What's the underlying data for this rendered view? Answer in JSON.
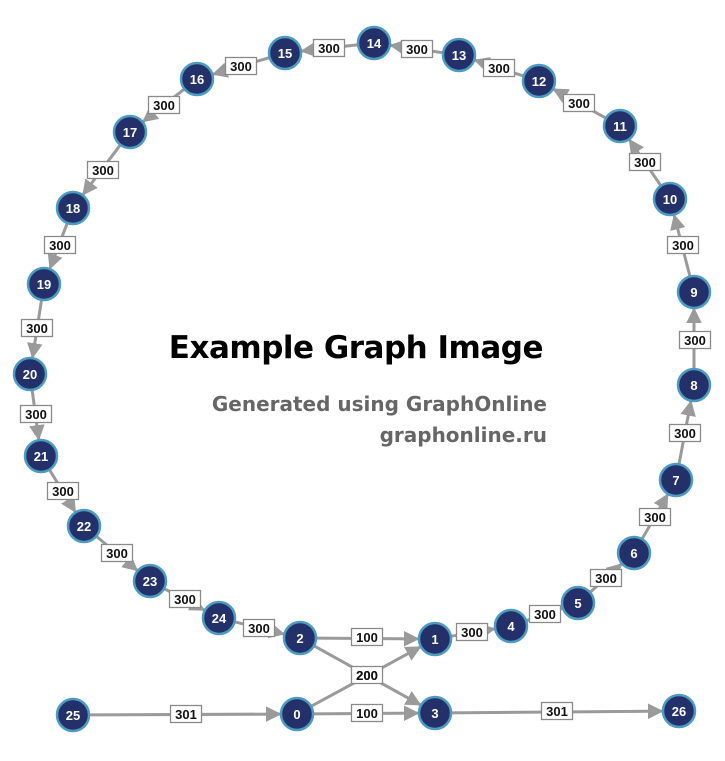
{
  "title": "Example Graph Image",
  "subtitle_1": "Generated using GraphOnline",
  "subtitle_2": "graphonline.ru",
  "colors": {
    "node_fill": "#23306a",
    "node_stroke": "#4d9bc2",
    "edge": "#9a9a9a",
    "label_text": "#ffffff"
  },
  "nodes": [
    "0",
    "1",
    "2",
    "3",
    "4",
    "5",
    "6",
    "7",
    "8",
    "9",
    "10",
    "11",
    "12",
    "13",
    "14",
    "15",
    "16",
    "17",
    "18",
    "19",
    "20",
    "21",
    "22",
    "23",
    "24",
    "25",
    "26"
  ],
  "edges": [
    {
      "from": "2",
      "to": "1",
      "weight": "100"
    },
    {
      "from": "2",
      "to": "3",
      "weight": "200"
    },
    {
      "from": "0",
      "to": "1",
      "weight": "200"
    },
    {
      "from": "0",
      "to": "3",
      "weight": "100"
    },
    {
      "from": "25",
      "to": "0",
      "weight": "301"
    },
    {
      "from": "3",
      "to": "26",
      "weight": "301"
    },
    {
      "from": "1",
      "to": "4",
      "weight": "300"
    },
    {
      "from": "4",
      "to": "5",
      "weight": "300"
    },
    {
      "from": "5",
      "to": "6",
      "weight": "300"
    },
    {
      "from": "6",
      "to": "7",
      "weight": "300"
    },
    {
      "from": "7",
      "to": "8",
      "weight": "300"
    },
    {
      "from": "8",
      "to": "9",
      "weight": "300"
    },
    {
      "from": "9",
      "to": "10",
      "weight": "300"
    },
    {
      "from": "10",
      "to": "11",
      "weight": "300"
    },
    {
      "from": "11",
      "to": "12",
      "weight": "300"
    },
    {
      "from": "12",
      "to": "13",
      "weight": "300"
    },
    {
      "from": "13",
      "to": "14",
      "weight": "300"
    },
    {
      "from": "14",
      "to": "15",
      "weight": "300"
    },
    {
      "from": "15",
      "to": "16",
      "weight": "300"
    },
    {
      "from": "16",
      "to": "17",
      "weight": "300"
    },
    {
      "from": "17",
      "to": "18",
      "weight": "300"
    },
    {
      "from": "18",
      "to": "19",
      "weight": "300"
    },
    {
      "from": "19",
      "to": "20",
      "weight": "300"
    },
    {
      "from": "20",
      "to": "21",
      "weight": "300"
    },
    {
      "from": "21",
      "to": "22",
      "weight": "300"
    },
    {
      "from": "22",
      "to": "23",
      "weight": "300"
    },
    {
      "from": "23",
      "to": "24",
      "weight": "300"
    },
    {
      "from": "24",
      "to": "2",
      "weight": "300"
    }
  ]
}
